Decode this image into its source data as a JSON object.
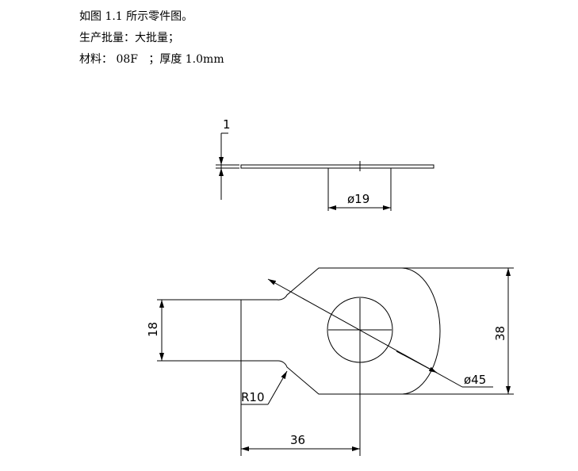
{
  "text": {
    "line1": "如图 1.1 所示零件图。",
    "line2": "生产批量：大批量；",
    "line3": "材料： 08F   ；厚度 1.0mm"
  },
  "dimensions": {
    "thickness": "1",
    "hole_diameter": "ø19",
    "width": "18",
    "outer_diameter": "ø45",
    "height": "38",
    "radius": "R10",
    "length": "36"
  }
}
